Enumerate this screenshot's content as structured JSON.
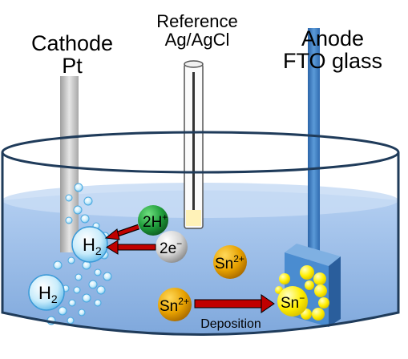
{
  "labels": {
    "cathode_line1": "Cathode",
    "cathode_line2": "Pt",
    "reference_line1": "Reference",
    "reference_line2": "Ag/AgCl",
    "anode_line1": "Anode",
    "anode_line2": "FTO glass",
    "deposition": "Deposition"
  },
  "species": {
    "hydrogen_ion": {
      "base": "2H",
      "charge": "+"
    },
    "electrons": {
      "base": "2e",
      "charge": "−"
    },
    "hydrogen_gas_1": {
      "base": "H",
      "subscript": "2"
    },
    "hydrogen_gas_2": {
      "base": "H",
      "subscript": "2"
    },
    "tin_ion_free": {
      "base": "Sn",
      "charge": "2+"
    },
    "tin_ion_moving": {
      "base": "Sn",
      "charge": "2+"
    },
    "tin_deposited": {
      "base": "Sn"
    }
  },
  "colors": {
    "electrolyte": "#8fb8e8",
    "beaker_rim": "#1f3b5a",
    "cathode": "#c8c8c8",
    "anode": "#3e7fc4",
    "hydrogen_ion": "#1e9b3a",
    "electron": "#cfcfcf",
    "tin_ion": "#e7a100",
    "tin_deposit": "#ffee00",
    "bubble": "#a8ddf5",
    "arrow": "#c00000"
  }
}
